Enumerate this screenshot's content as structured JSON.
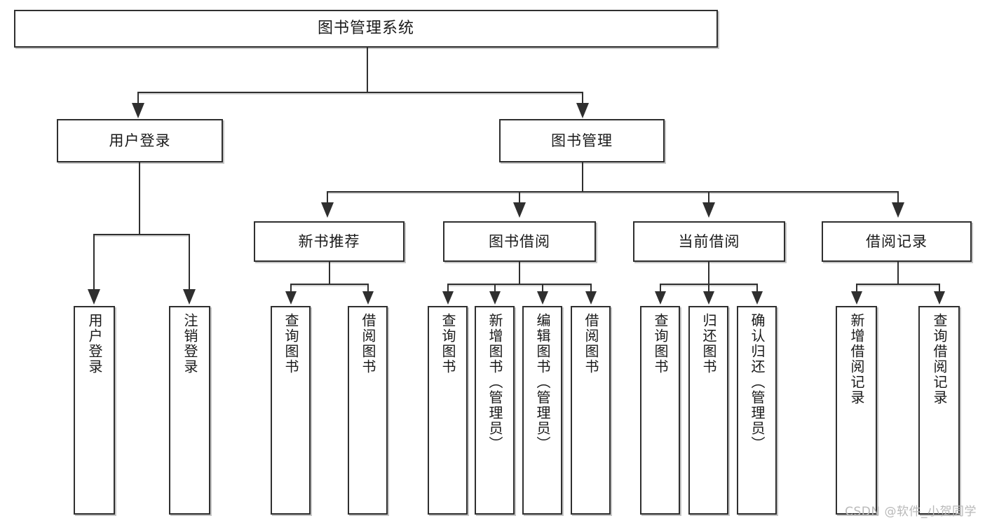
{
  "diagram": {
    "title": "图书管理系统",
    "type": "tree-structure-chart",
    "root": {
      "label": "图书管理系统"
    },
    "level2": [
      {
        "label": "用户登录"
      },
      {
        "label": "图书管理"
      }
    ],
    "level3": [
      {
        "label": "新书推荐"
      },
      {
        "label": "图书借阅"
      },
      {
        "label": "当前借阅"
      },
      {
        "label": "借阅记录"
      }
    ],
    "leaves": {
      "user_login": [
        {
          "label": "用户登录"
        },
        {
          "label": "注销登录"
        }
      ],
      "new_book_recommend": [
        {
          "label": "查询图书"
        },
        {
          "label": "借阅图书"
        }
      ],
      "book_borrow": [
        {
          "label": "查询图书"
        },
        {
          "label": "新增图书（管理员）"
        },
        {
          "label": "编辑图书（管理员）"
        },
        {
          "label": "借阅图书"
        }
      ],
      "current_borrow": [
        {
          "label": "查询图书"
        },
        {
          "label": "归还图书"
        },
        {
          "label": "确认归还（管理员）"
        }
      ],
      "borrow_record": [
        {
          "label": "新增借阅记录"
        },
        {
          "label": "查询借阅记录"
        }
      ]
    }
  },
  "watermark": {
    "text": "CSDN @软件_小贺同学"
  },
  "colors": {
    "stroke": "#2f2f2f",
    "fill": "#ffffff",
    "text": "#1a1a1a",
    "watermark": "#b9b9b9"
  }
}
